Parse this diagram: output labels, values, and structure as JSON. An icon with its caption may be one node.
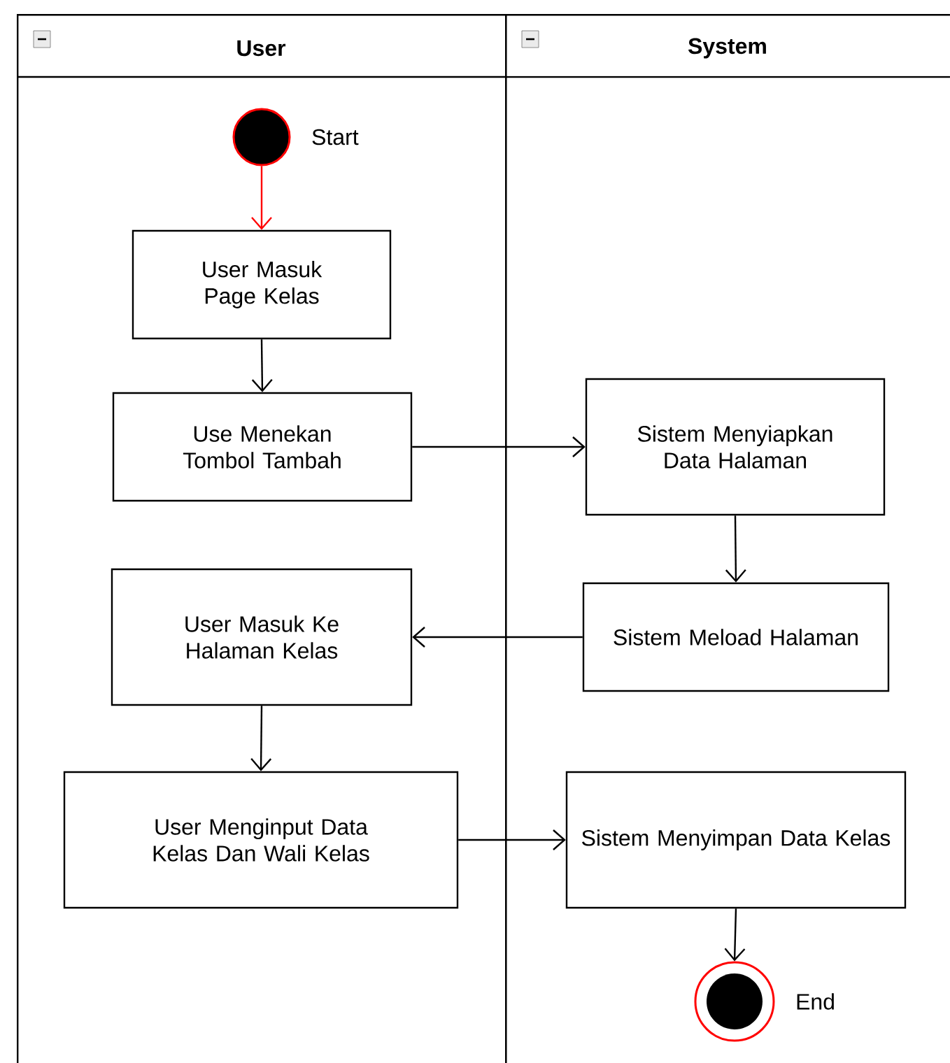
{
  "diagram": {
    "nodes": [
      {
        "text": [
          "User"
        ]
      },
      {
        "text": [
          "System"
        ]
      },
      {
        "text": [],
        "shape": "circle",
        "beside": [
          "Start"
        ],
        "in": 0
      },
      {
        "text": [
          "User Masuk Page Kelas"
        ],
        "in": 0
      },
      {
        "text": [
          "Use Menekan Tombol Tambah"
        ],
        "in": 0
      },
      {
        "text": [
          "Sistem Menyiapkan Data Halaman"
        ],
        "in": 1
      },
      {
        "text": [
          "Sistem Meload Halaman"
        ],
        "in": 1
      },
      {
        "text": [
          "User Masuk Ke Halaman Kelas"
        ],
        "in": 0
      },
      {
        "text": [
          "User Menginput Data Kelas Dan Wali Kelas"
        ],
        "in": 0
      },
      {
        "text": [
          "Sistem Menyimpan Data Kelas"
        ],
        "in": 1
      },
      {
        "text": [],
        "shape": "circle",
        "beside": [
          "End"
        ],
        "in": 1
      }
    ],
    "edges": [
      {
        "from": 2,
        "to": 3,
        "arrow": "to",
        "color": "#ff0000"
      },
      {
        "from": 3,
        "to": 4,
        "arrow": "to"
      },
      {
        "from": 4,
        "to": 5,
        "arrow": "to"
      },
      {
        "from": 5,
        "to": 6,
        "arrow": "to"
      },
      {
        "from": 6,
        "to": 7,
        "arrow": "to"
      },
      {
        "from": 7,
        "to": 8,
        "arrow": "to"
      },
      {
        "from": 8,
        "to": 9,
        "arrow": "to"
      },
      {
        "from": 9,
        "to": 10,
        "arrow": "to"
      }
    ]
  }
}
